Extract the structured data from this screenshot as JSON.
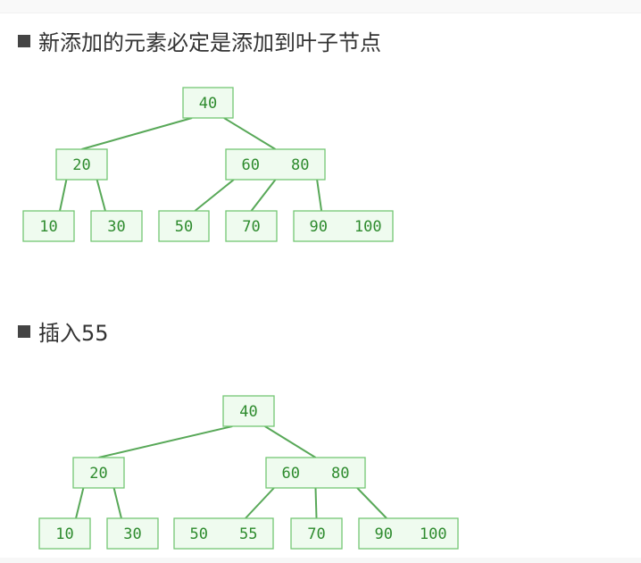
{
  "sections": [
    {
      "heading": "新添加的元素必定是添加到叶子节点",
      "tree": {
        "root": [
          "40"
        ],
        "level1": [
          [
            "20"
          ],
          [
            "60",
            "80"
          ]
        ],
        "level2": [
          [
            "10"
          ],
          [
            "30"
          ],
          [
            "50"
          ],
          [
            "70"
          ],
          [
            "90",
            "100"
          ]
        ]
      }
    },
    {
      "heading": "插入55",
      "tree": {
        "root": [
          "40"
        ],
        "level1": [
          [
            "20"
          ],
          [
            "60",
            "80"
          ]
        ],
        "level2": [
          [
            "10"
          ],
          [
            "30"
          ],
          [
            "50",
            "55"
          ],
          [
            "70"
          ],
          [
            "90",
            "100"
          ]
        ]
      }
    }
  ],
  "colors": {
    "node_fill": "#effbef",
    "node_border": "#74c774",
    "node_text": "#2e8b2e",
    "edge": "#58a858",
    "heading_text": "#333333",
    "bullet": "#444444"
  },
  "icons": {
    "bullet": "black-square"
  }
}
